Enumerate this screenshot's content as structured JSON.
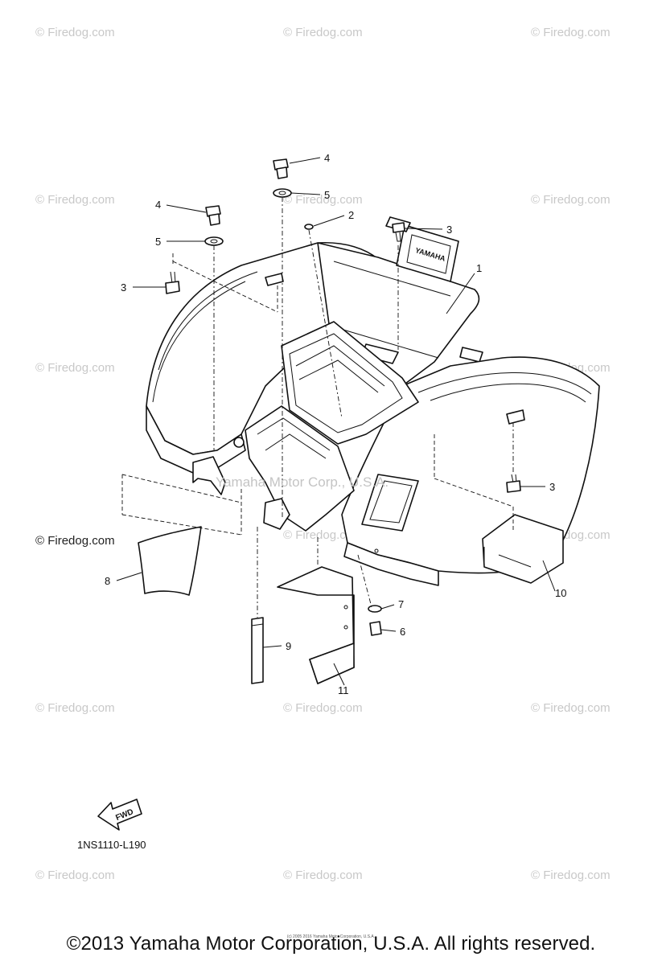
{
  "watermark": "© Firedog.com",
  "center_watermark": "Yamaha Motor Corp., U.S.A.",
  "callouts": {
    "c1": "1",
    "c2": "2",
    "c3a": "3",
    "c3b": "3",
    "c3c": "3",
    "c4a": "4",
    "c4b": "4",
    "c5a": "5",
    "c5b": "5",
    "c6": "6",
    "c7": "7",
    "c8": "8",
    "c9": "9",
    "c10": "10",
    "c11": "11"
  },
  "fwd_label": "FWD",
  "diagram_code": "1NS1110-L190",
  "copyright": "©2013 Yamaha Motor Corporation, U.S.A. All rights reserved.",
  "tiny_credit": "(c) 2005 2016 Yamaha Motor Corporation, U.S.A."
}
